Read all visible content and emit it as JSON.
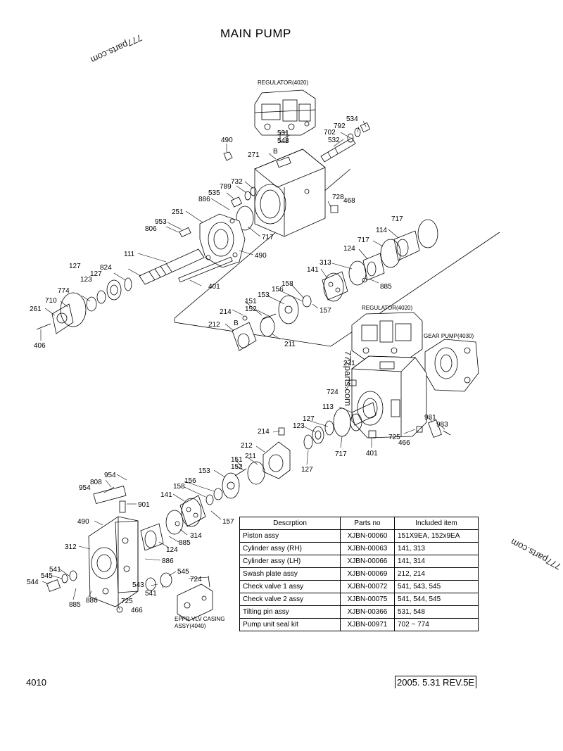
{
  "page_title": "MAIN PUMP",
  "watermarks": [
    "777parts.com",
    "777parts.com",
    "777parts.com"
  ],
  "subassembly_labels": {
    "regulator_top": "REGULATOR(4020)",
    "regulator_mid": "REGULATOR(4020)",
    "gear_pump": "GEAR PUMP(4030)",
    "eppr_line1": "EPPR VLV CASING",
    "eppr_line2": "ASSY(4040)"
  },
  "part_labels": {
    "p534": "534",
    "p792": "792",
    "p702": "702",
    "p531": "531",
    "p548": "548",
    "p532": "532",
    "p490a": "490",
    "p271a": "271",
    "pB1": "B",
    "p732": "732",
    "p789": "789",
    "p535": "535",
    "p728": "728",
    "p468": "468",
    "p886a": "886",
    "p251": "251",
    "p953": "953",
    "p806": "806",
    "p717a": "717",
    "p717b": "717",
    "p114": "114",
    "p717c": "717",
    "p124a": "124",
    "p111": "111",
    "p490b": "490",
    "p313": "313",
    "p141a": "141",
    "p885a": "885",
    "p824": "824",
    "p127a": "127",
    "p127b": "127",
    "p123a": "123",
    "p774": "774",
    "p401a": "401",
    "p158a": "158",
    "p156a": "156",
    "p153a": "153",
    "p151a": "151",
    "p152a": "152",
    "p157a": "157",
    "p710": "710",
    "p261": "261",
    "p214a": "214",
    "pB2": "B",
    "p212a": "212",
    "p211a": "211",
    "p406": "406",
    "p271b": "271",
    "p724a": "724",
    "p113": "113",
    "p127c": "127",
    "p123b": "123",
    "p214b": "214",
    "p981": "981",
    "p983": "983",
    "p725a": "725",
    "p466a": "466",
    "p717d": "717",
    "p401b": "401",
    "p127d": "127",
    "p212b": "212",
    "p211b": "211",
    "p151b": "151",
    "p152b": "152",
    "p153b": "153",
    "p954a": "954",
    "p808": "808",
    "p954b": "954",
    "p156b": "156",
    "p158b": "158",
    "p141b": "141",
    "p901": "901",
    "p157b": "157",
    "p490c": "490",
    "p314": "314",
    "p885b": "885",
    "p124b": "124",
    "p312": "312",
    "p886b": "886",
    "p545a": "545",
    "p541a": "541",
    "p545b": "545",
    "p544": "544",
    "p543": "543",
    "p541b": "541",
    "p724b": "724",
    "p885c": "885",
    "p886c": "886",
    "p725b": "725",
    "p466b": "466"
  },
  "parts_table": {
    "headers": [
      "Descrption",
      "Parts no",
      "Included item"
    ],
    "rows": [
      {
        "desc": "Piston assy",
        "no": "XJBN-00060",
        "items": "151X9EA, 152x9EA"
      },
      {
        "desc": "Cylinder assy (RH)",
        "no": "XJBN-00063",
        "items": "141, 313"
      },
      {
        "desc": "Cylinder assy (LH)",
        "no": "XJBN-00066",
        "items": "141, 314"
      },
      {
        "desc": "Swash plate assy",
        "no": "XJBN-00069",
        "items": "212, 214"
      },
      {
        "desc": "Check valve 1 assy",
        "no": "XJBN-00072",
        "items": "541, 543, 545"
      },
      {
        "desc": "Check valve 2 assy",
        "no": "XJBN-00075",
        "items": "541, 544, 545"
      },
      {
        "desc": "Tilting pin assy",
        "no": "XJBN-00366",
        "items": "531, 548"
      },
      {
        "desc": "Pump unit seal kit",
        "no": "XJBN-00971",
        "items": "702 ~ 774"
      }
    ]
  },
  "footer": {
    "page_number": "4010",
    "revision": "2005. 5.31  REV.5E"
  }
}
